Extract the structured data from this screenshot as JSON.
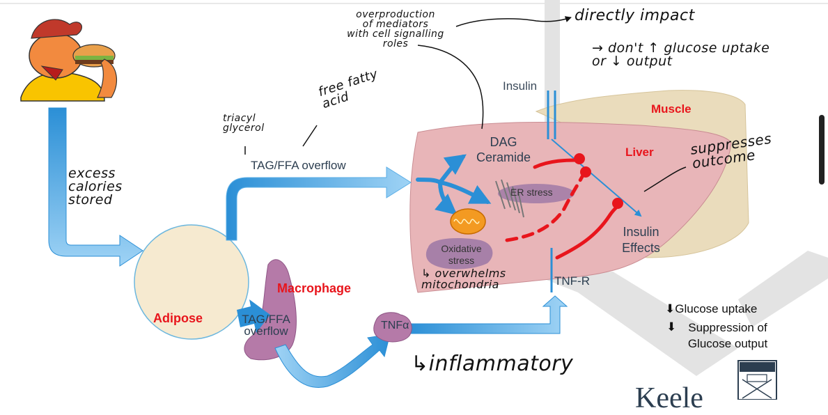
{
  "labels": {
    "tag_ffa_overflow_top": "TAG/FFA overflow",
    "tag_ffa_overflow_bottom": "TAG/FFA\noverflow",
    "adipose": "Adipose",
    "macrophage": "Macrophage",
    "tnf_alpha": "TNFα",
    "insulin": "Insulin",
    "dag_ceramide": "DAG\nCeramide",
    "er_stress": "ER stress",
    "oxidative_stress": "Oxidative\nstress",
    "insulin_effects": "Insulin\nEffects",
    "tnf_r": "TNF-R",
    "muscle": "Muscle",
    "liver": "Liver",
    "effect_glucose_uptake": "Glucose uptake",
    "effect_suppression": "Suppression of\nGlucose output",
    "logo_text": "Keele"
  },
  "handwritten": {
    "excess_calories": "excess\ncalories\nstored",
    "triacylglycerol": "triacyl\nglycerol",
    "free_fatty_acid": "free fatty\nacid",
    "overproduction": "overproduction\nof mediators\nwith cell signalling\nroles",
    "directly_impact": "directly impact",
    "dont_glucose": "→ don't ↑ glucose uptake\nor ↓ output",
    "suppresses_outcome": "suppresses\noutcome",
    "overwhelms": "↳ overwhelms\nmitochondria",
    "inflammatory": "↳inflammatory"
  },
  "colors": {
    "arrow_blue_dark": "#2b8fd6",
    "arrow_blue_light": "#9fd3f5",
    "red_label": "#e8151c",
    "liver_fill": "#e8b5b8",
    "muscle_fill": "#eadcbc",
    "adipose_fill": "#f6ead0",
    "macrophage_fill": "#b57aa8",
    "er_fill": "#a07aa6",
    "mito_fill": "#f39a22",
    "inhibit_red": "#e8151c",
    "signal_blue": "#2b8fd6"
  },
  "icons": [
    "burger-eating-person-icon",
    "mitochondrion-icon",
    "endoplasmic-reticulum-icon",
    "keele-crest-icon"
  ]
}
